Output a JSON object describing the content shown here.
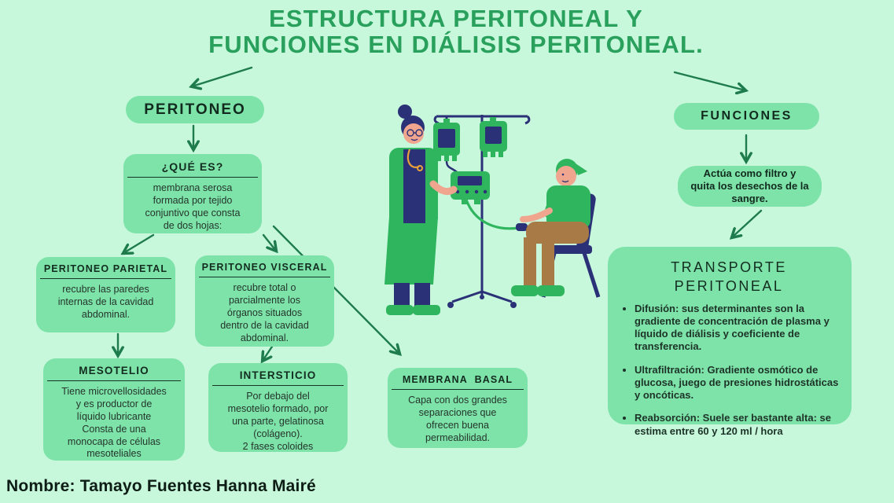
{
  "title": {
    "lines": [
      "ESTRUCTURA PERITONEAL Y",
      "FUNCIONES EN DIÁLISIS PERITONEAL."
    ]
  },
  "nodes": {
    "peritoneo": {
      "label": "PERITONEO"
    },
    "que_es": {
      "title": "¿QUÉ ES?",
      "body": [
        "membrana serosa",
        "formada por tejido",
        "conjuntivo que consta",
        "de dos hojas:"
      ]
    },
    "parietal": {
      "title": "PERITONEO PARIETAL",
      "body": [
        "recubre las paredes",
        "internas de la cavidad",
        "abdominal."
      ]
    },
    "visceral": {
      "title": "PERITONEO VISCERAL",
      "body": [
        "recubre total o",
        "parcialmente los",
        "órganos situados",
        "dentro de la cavidad",
        "abdominal."
      ]
    },
    "mesotelio": {
      "title": "MESOTELIO",
      "body": [
        "Tiene microvellosidades",
        "y es productor de",
        "líquido lubricante",
        "Consta de una",
        "monocapa de células",
        "mesoteliales"
      ]
    },
    "intersticio": {
      "title": "INTERSTICIO",
      "body": [
        "Por debajo del",
        "mesotelio formado, por",
        "una parte, gelatinosa",
        "(colágeno).",
        "2 fases coloides"
      ]
    },
    "membrana_basal": {
      "title": "MEMBRANA  BASAL",
      "body": [
        "Capa con dos grandes",
        "separaciones que",
        "ofrecen buena",
        "permeabilidad."
      ]
    },
    "funciones": {
      "label": "FUNCIONES"
    },
    "filtro": {
      "body": [
        "Actúa como filtro y",
        "quita los desechos de la",
        "sangre."
      ]
    },
    "transporte": {
      "title": [
        "TRANSPORTE",
        "PERITONEAL"
      ],
      "bullets": [
        "Difusión: sus determinantes son la gradiente de concentración de plasma y líquido de diálisis y coeficiente de transferencia.",
        "Ultrafiltración: Gradiente osmótico de glucosa, juego de presiones hidrostáticas y oncóticas.",
        "Reabsorción: Suele ser bastante alta: se estima entre 60 y 120 ml / hora"
      ]
    }
  },
  "footer": {
    "name_label": "Nombre: Tamayo Fuentes Hanna Mairé"
  },
  "colors": {
    "background": "#c7f8dc",
    "box_fill": "#7ee3a9",
    "title_green": "#2aa05d",
    "arrow_green": "#1e7b4b",
    "text_dark": "#16352a",
    "illustration_navy": "#2b3176",
    "illustration_green": "#2eb55d",
    "skin": "#f0a58f",
    "pants_brown": "#a87a45",
    "stethoscope_orange": "#e9a23b"
  }
}
